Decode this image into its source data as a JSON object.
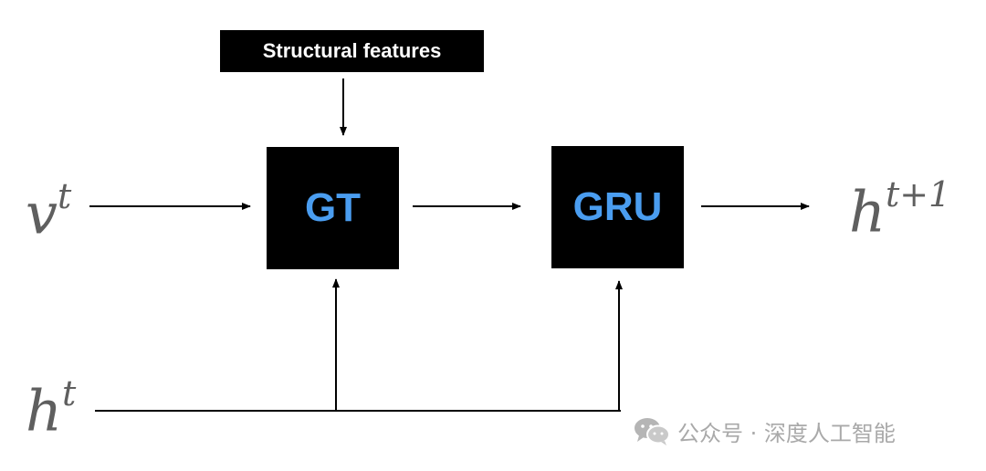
{
  "diagram": {
    "structural_label": "Structural features",
    "gt_label": "GT",
    "gru_label": "GRU",
    "input_v": {
      "base": "v",
      "sup": "t"
    },
    "input_h": {
      "base": "h",
      "sup": "t"
    },
    "output_h": {
      "base": "h",
      "sup": "t+1"
    }
  },
  "watermark": {
    "text": "公众号 · 深度人工智能",
    "icon": "wechat-icon"
  },
  "colors": {
    "box": "#000000",
    "node_text": "#4a9df0",
    "math_text": "#5f5f5f",
    "watermark": "#a9a9a9"
  }
}
